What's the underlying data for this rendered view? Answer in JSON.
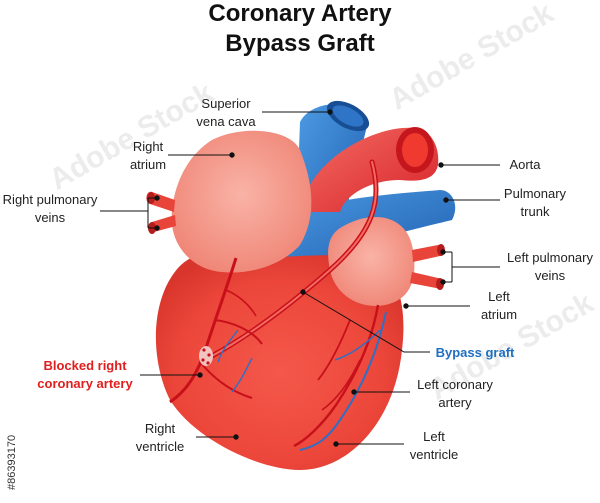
{
  "title": {
    "line1": "Coronary Artery",
    "line2": "Bypass Graft"
  },
  "labels": {
    "superior_vena_cava": [
      "Superior",
      "vena cava"
    ],
    "right_atrium": [
      "Right",
      "atrium"
    ],
    "right_pulmonary_veins": [
      "Right pulmonary",
      "veins"
    ],
    "aorta": [
      "Aorta"
    ],
    "pulmonary_trunk": [
      "Pulmonary",
      "trunk"
    ],
    "left_pulmonary_veins": [
      "Left pulmonary",
      "veins"
    ],
    "left_atrium": [
      "Left",
      "atrium"
    ],
    "bypass_graft": [
      "Bypass graft"
    ],
    "blocked_right_coronary_artery": [
      "Blocked right",
      "coronary artery"
    ],
    "left_coronary_artery": [
      "Left coronary",
      "artery"
    ],
    "right_ventricle": [
      "Right",
      "ventricle"
    ],
    "left_ventricle": [
      "Left",
      "ventricle"
    ]
  },
  "stock_id": "#86393170",
  "watermark": "Adobe Stock",
  "colors": {
    "heart": "#ee4a3c",
    "atrium": "#f59a8c",
    "vein_blue": "#2f7fd1",
    "artery_red": "#e8232a",
    "blocked_label": "#e01e1e",
    "graft_label": "#1f6fc1"
  }
}
